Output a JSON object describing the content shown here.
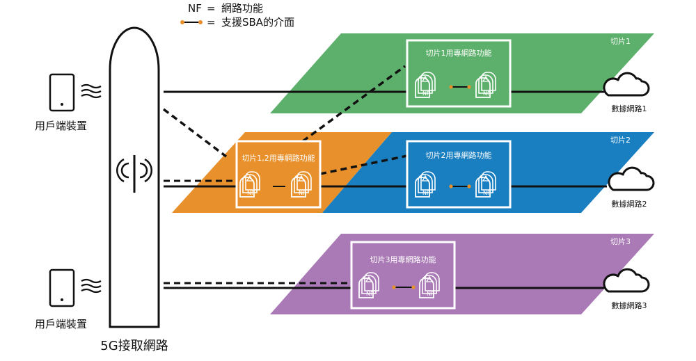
{
  "legend": {
    "nf_symbol": "NF",
    "equals": "=",
    "nf_text": "網路功能",
    "sba_text": "支援SBA的介面"
  },
  "devices": {
    "top_label": "用戶端裝置",
    "bottom_label": "用戶端裝置"
  },
  "access_network": {
    "label": "5G接取網路"
  },
  "slices": [
    {
      "tag": "切片1",
      "box_title": "切片1用專網路功能",
      "network": "數據網路1",
      "color": "#5db06b"
    },
    {
      "tag": "切片2",
      "box_title": "切片2用專網路功能",
      "network": "數據網路2",
      "color": "#1a7fc1"
    },
    {
      "tag": "切片3",
      "box_title": "切片3用專網路功能",
      "network": "數據網路3",
      "color": "#a97ab5"
    }
  ],
  "shared": {
    "box_title": "切片1,2用專網路功能",
    "color": "#e8912c"
  },
  "nf_label": "NF",
  "colors": {
    "sba_dot": "#e8912c",
    "line": "#111111"
  }
}
